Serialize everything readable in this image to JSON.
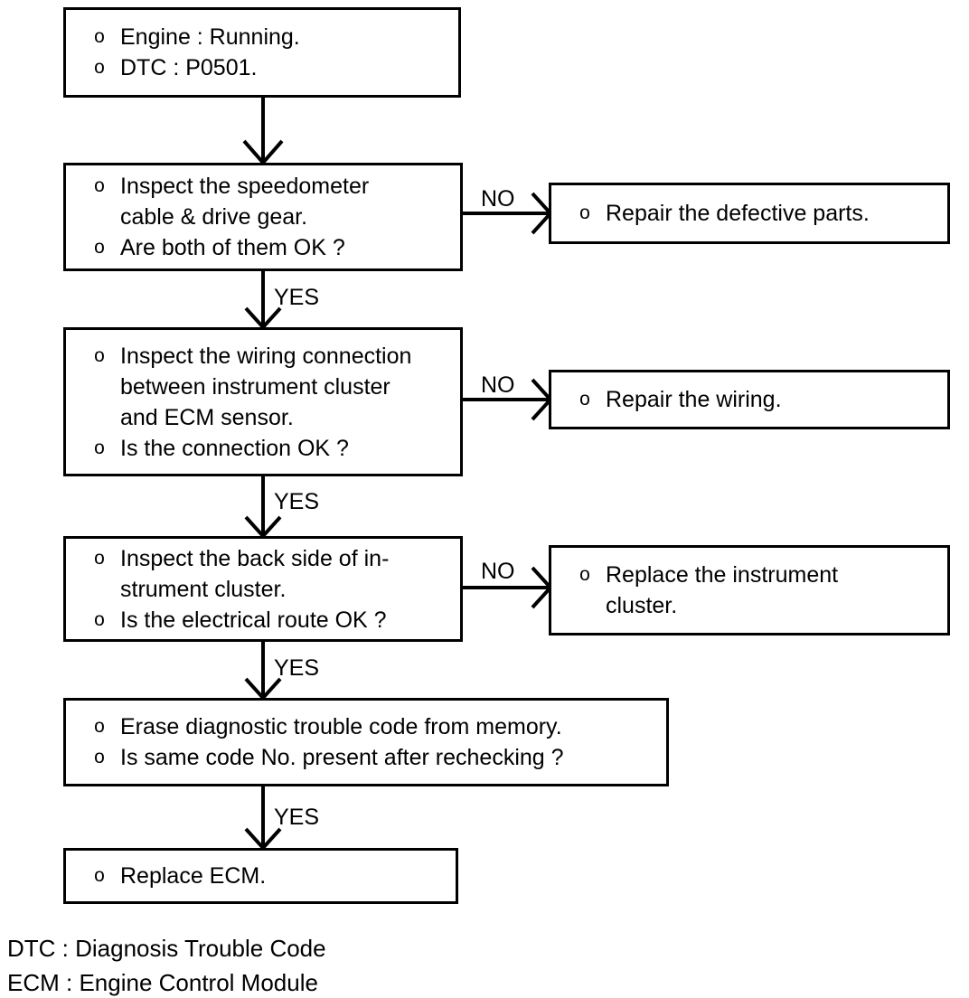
{
  "diagram": {
    "type": "flowchart",
    "title": "DTC P0501 diagnostic flow chart",
    "boxes": {
      "start": {
        "lines": [
          {
            "bullet": "o",
            "text": "Engine : Running."
          },
          {
            "bullet": "o",
            "text": "DTC : P0501."
          }
        ]
      },
      "step1": {
        "lines": [
          {
            "bullet": "o",
            "text": "Inspect the speedometer"
          },
          {
            "bullet": "",
            "text": "cable & drive gear."
          },
          {
            "bullet": "o",
            "text": "Are both of them OK ?"
          }
        ]
      },
      "step1_no": {
        "lines": [
          {
            "bullet": "o",
            "text": "Repair the defective parts."
          }
        ]
      },
      "step2": {
        "lines": [
          {
            "bullet": "o",
            "text": "Inspect the wiring connection"
          },
          {
            "bullet": "",
            "text": "between instrument cluster"
          },
          {
            "bullet": "",
            "text": "and ECM sensor."
          },
          {
            "bullet": "o",
            "text": "Is the connection OK ?"
          }
        ]
      },
      "step2_no": {
        "lines": [
          {
            "bullet": "o",
            "text": "Repair the wiring."
          }
        ]
      },
      "step3": {
        "lines": [
          {
            "bullet": "o",
            "text": "Inspect the back side of in-"
          },
          {
            "bullet": "",
            "text": "strument cluster."
          },
          {
            "bullet": "o",
            "text": "Is the electrical route OK ?"
          }
        ]
      },
      "step3_no": {
        "lines": [
          {
            "bullet": "o",
            "text": "Replace the instrument"
          },
          {
            "bullet": "",
            "text": "cluster."
          }
        ]
      },
      "step4": {
        "lines": [
          {
            "bullet": "o",
            "text": "Erase diagnostic trouble code from memory."
          },
          {
            "bullet": "o",
            "text": "Is same code No. present after rechecking ?"
          }
        ]
      },
      "end": {
        "lines": [
          {
            "bullet": "o",
            "text": "Replace ECM."
          }
        ]
      }
    },
    "edge_labels": {
      "no_1": "NO",
      "no_2": "NO",
      "no_3": "NO",
      "yes_1": "YES",
      "yes_2": "YES",
      "yes_3": "YES",
      "yes_4": "YES"
    },
    "legend": [
      "DTC : Diagnosis Trouble Code",
      "ECM : Engine Control Module"
    ],
    "colors": {
      "line": "#000000",
      "text": "#000000",
      "background": "#ffffff"
    }
  }
}
